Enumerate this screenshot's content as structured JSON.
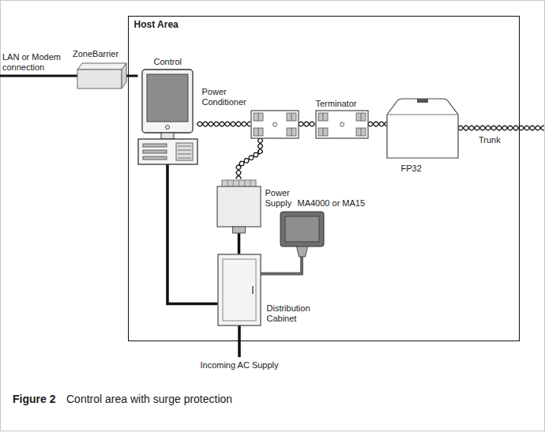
{
  "diagram": {
    "caption": "Control area with surge protection",
    "nodes": [
      {
        "text": [
          "Host Area"
        ]
      },
      {
        "text": [
          "ZoneBarrier"
        ]
      },
      {
        "text": [
          "Control"
        ],
        "in": 0
      },
      {
        "text": [
          "Power Conditioner"
        ],
        "in": 0
      },
      {
        "text": [
          "Terminator"
        ],
        "in": 0
      },
      {
        "text": [
          "FP32"
        ],
        "in": 0
      },
      {
        "text": [
          "Power Supply"
        ],
        "in": 0
      },
      {
        "text": [
          "MA4000 or MA15"
        ],
        "in": 0
      },
      {
        "text": [
          "Distribution Cabinet"
        ],
        "in": 0
      }
    ],
    "edges": [
      {
        "from": 1,
        "to": 2,
        "arrow": "none"
      },
      {
        "from": 2,
        "to": 3,
        "arrow": "none"
      },
      {
        "from": 3,
        "to": 4,
        "arrow": "none"
      },
      {
        "from": 4,
        "to": 5,
        "arrow": "none"
      },
      {
        "from": 3,
        "to": 6,
        "arrow": "none"
      },
      {
        "from": 2,
        "to": 8,
        "arrow": "none"
      },
      {
        "from": 6,
        "to": 8,
        "arrow": "none"
      },
      {
        "from": 7,
        "to": 8,
        "arrow": "none"
      }
    ],
    "labels": [
      "LAN or Modem connection",
      "Trunk",
      "Incoming AC Supply",
      "Figure 2"
    ]
  }
}
